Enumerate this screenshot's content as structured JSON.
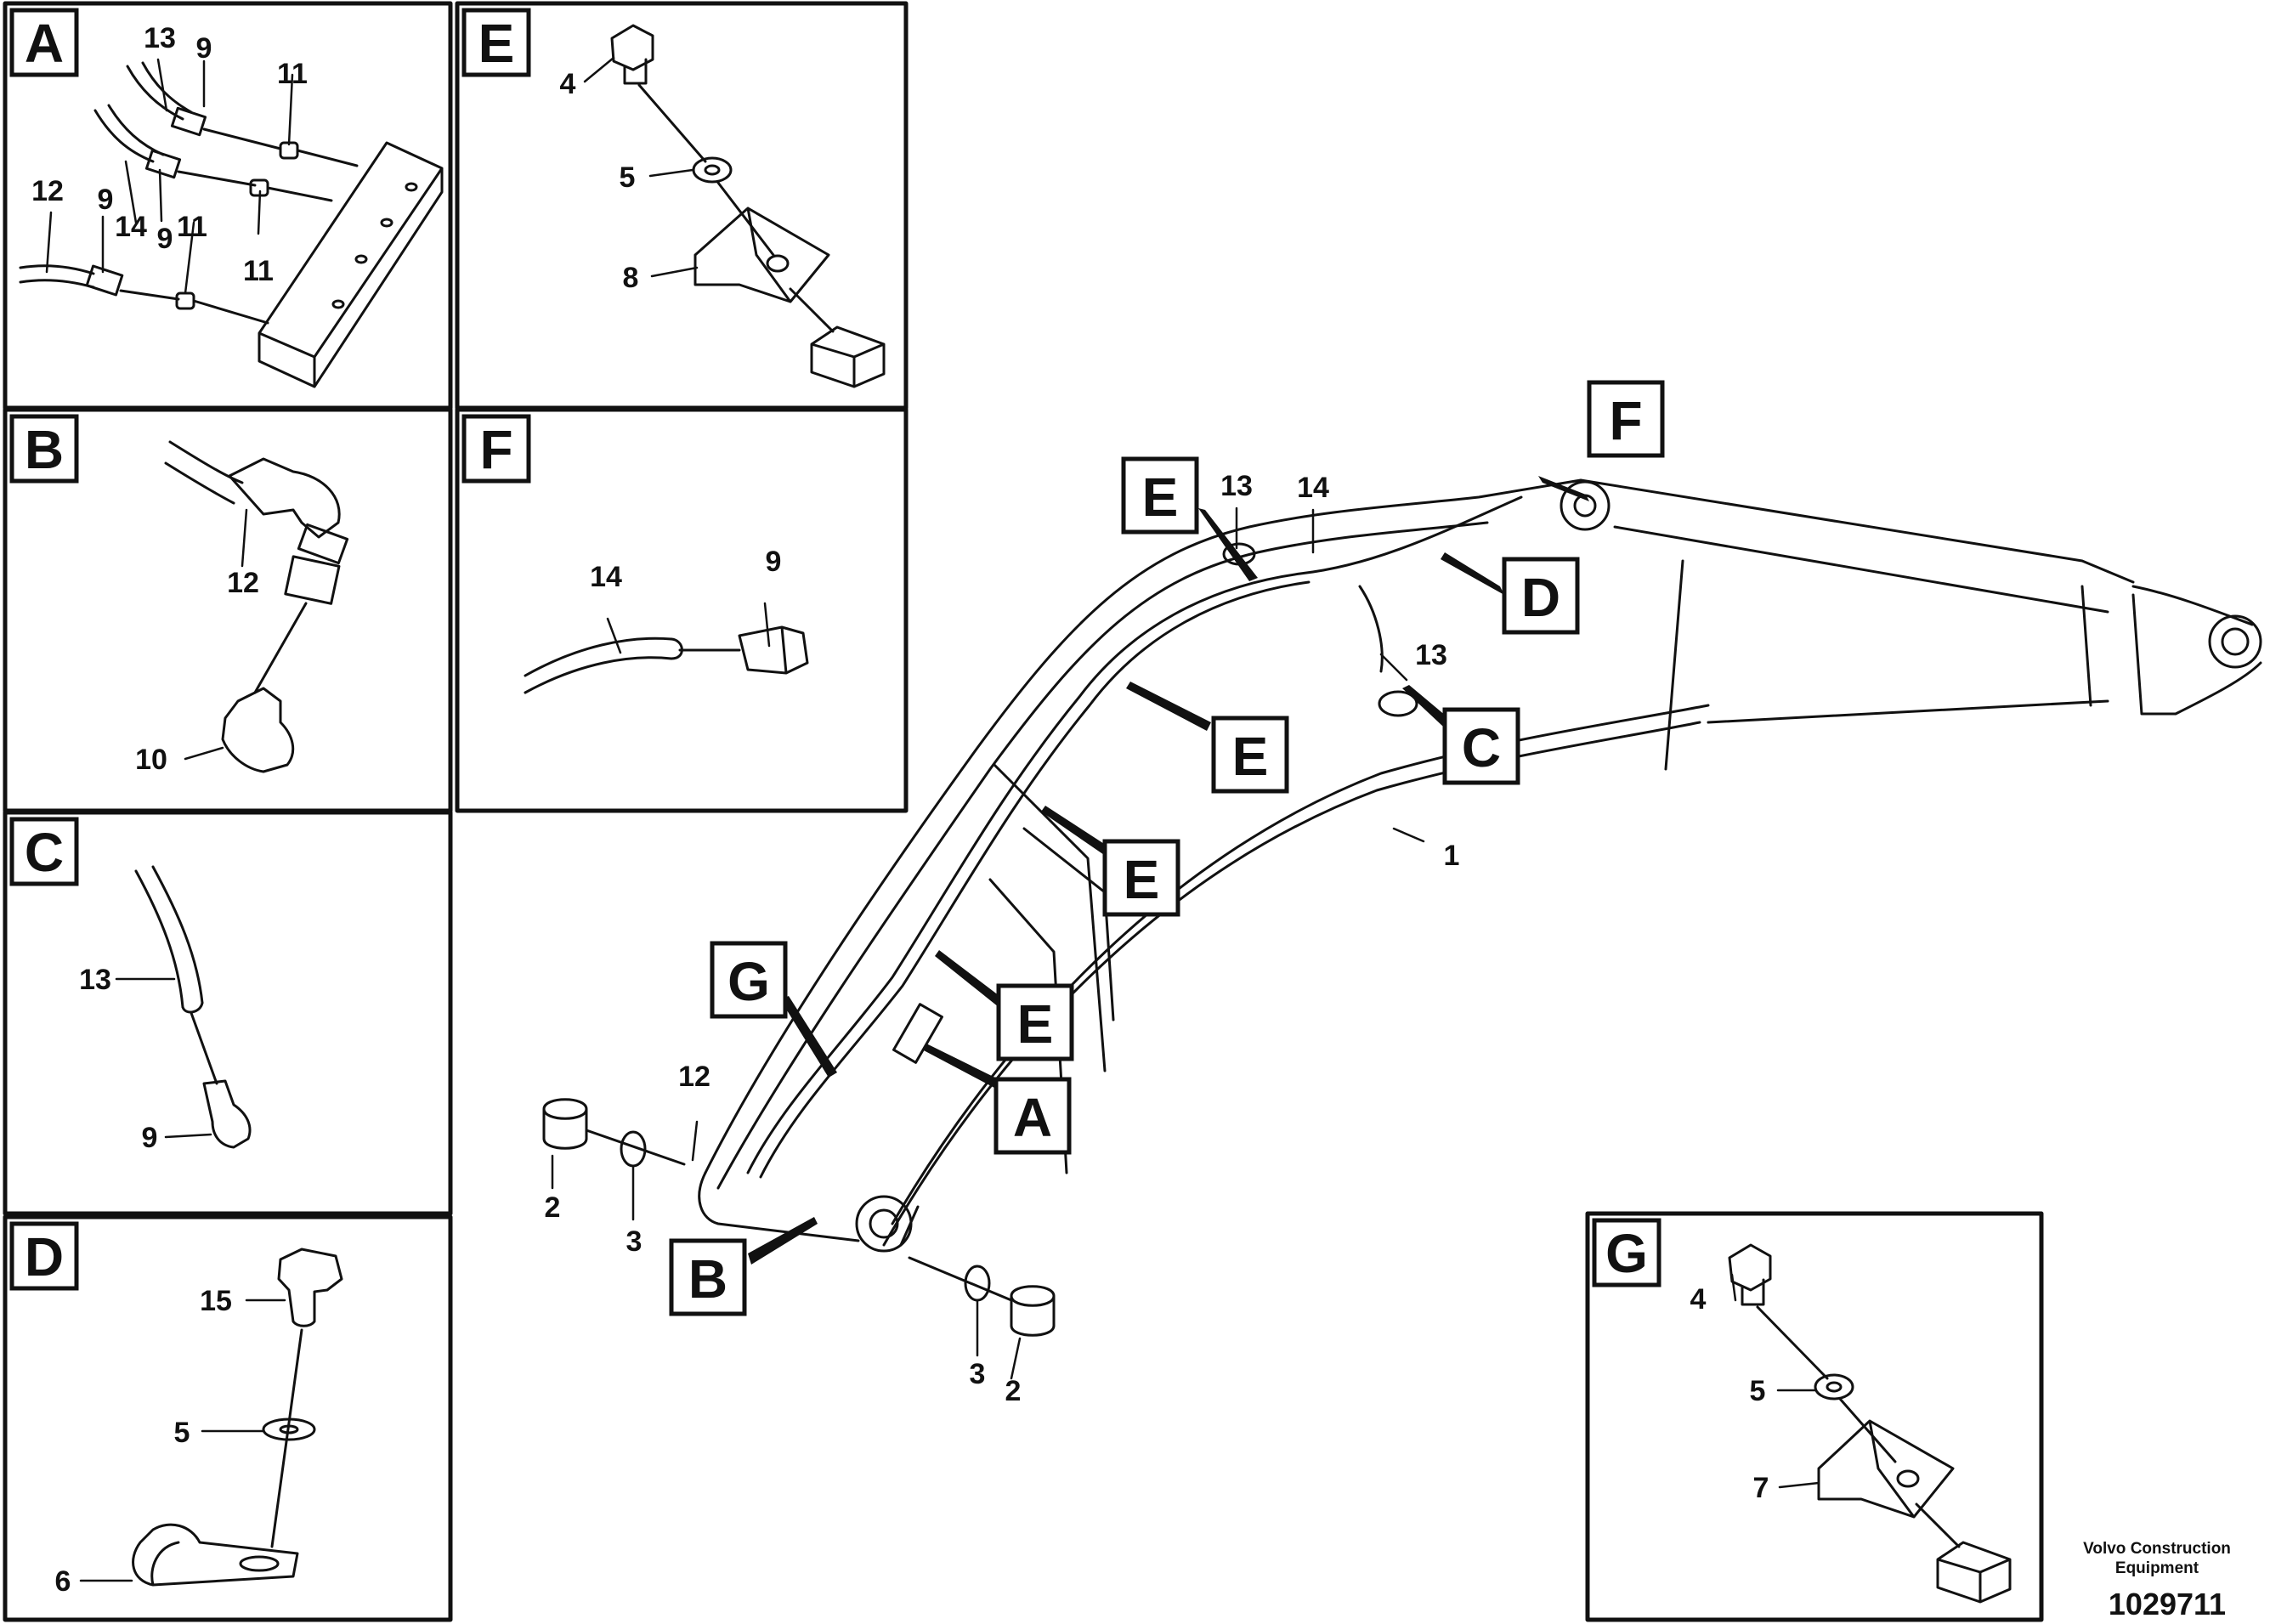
{
  "callouts": {
    "A": "A",
    "B": "B",
    "C": "C",
    "D": "D",
    "E": "E",
    "F": "F",
    "G": "G"
  },
  "part_numbers": {
    "n1": "1",
    "n2": "2",
    "n3": "3",
    "n4": "4",
    "n5": "5",
    "n6": "6",
    "n7": "7",
    "n8": "8",
    "n9": "9",
    "n10": "10",
    "n11": "11",
    "n12": "12",
    "n13": "13",
    "n14": "14",
    "n15": "15"
  },
  "footer": {
    "company_line1": "Volvo Construction",
    "company_line2": "Equipment",
    "drawing_number": "1029711"
  }
}
